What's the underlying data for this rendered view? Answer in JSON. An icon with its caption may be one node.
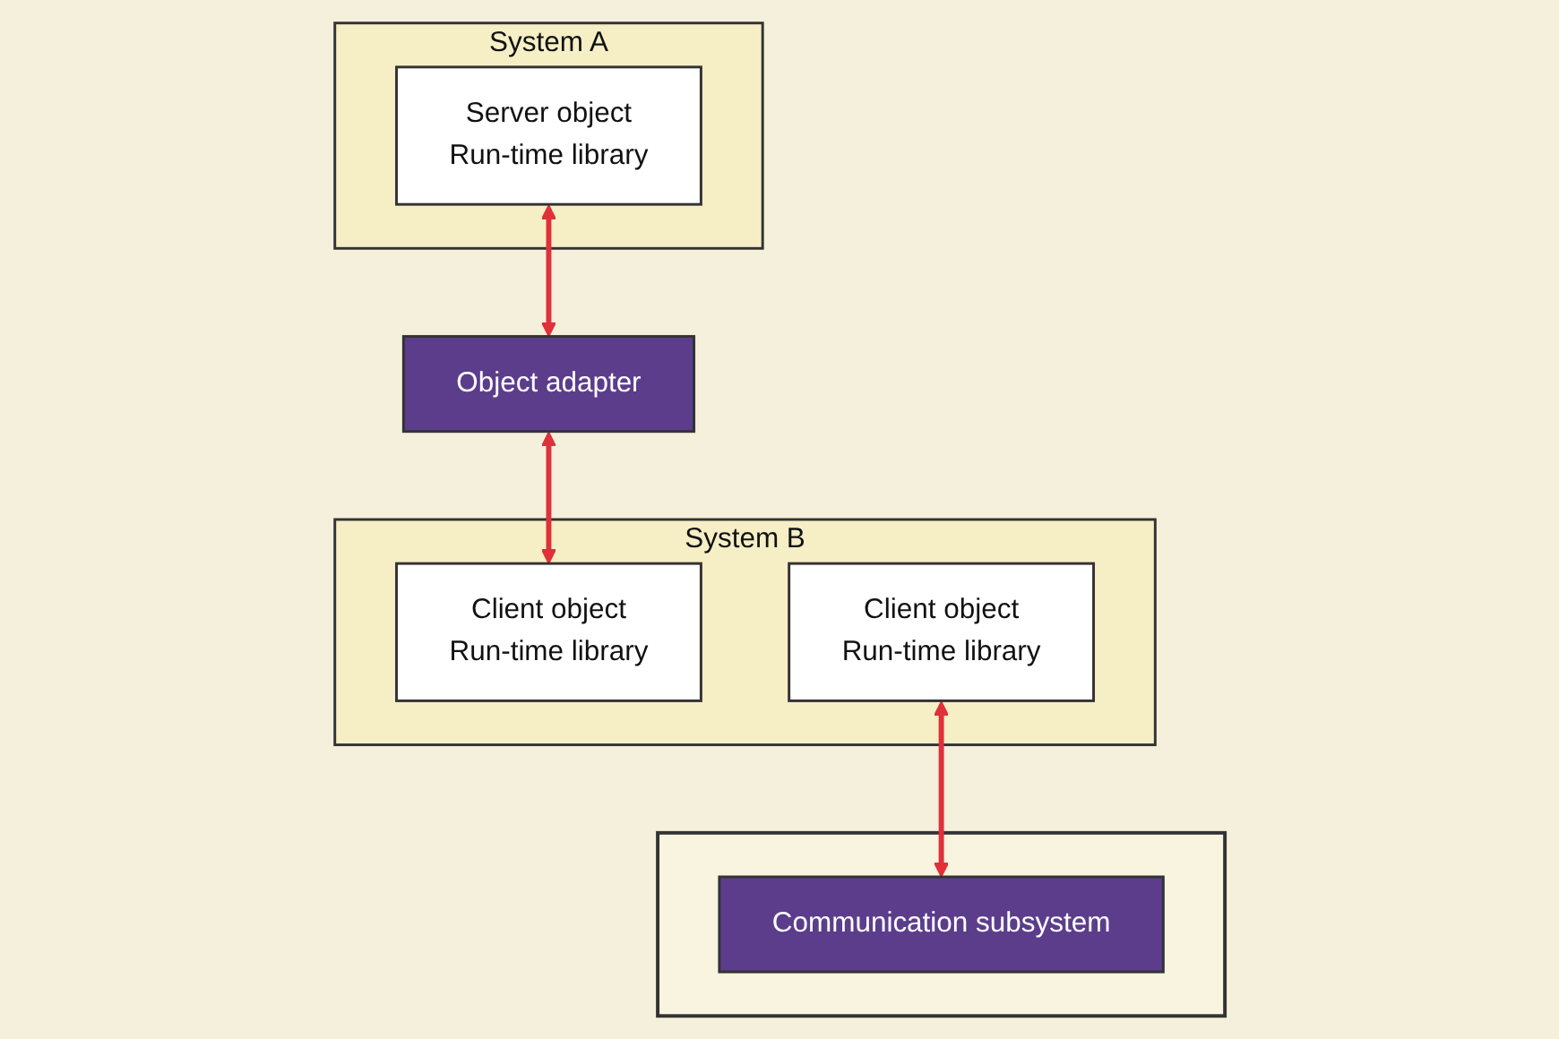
{
  "diagram": {
    "nodes": [
      {
        "text": [
          "System A"
        ]
      },
      {
        "text": [
          "Server object",
          "Run-time library"
        ],
        "in": 0
      },
      {
        "text": [
          "System B"
        ]
      },
      {
        "text": [
          "Client object",
          "Run-time library"
        ],
        "in": 2
      },
      {
        "text": [
          "Client object",
          "Run-time library"
        ],
        "in": 2
      },
      {
        "text": [],
        "shape": "box"
      },
      {
        "text": [
          "Object adapter"
        ]
      },
      {
        "text": [
          "Communication subsystem"
        ],
        "in": 5
      }
    ],
    "edges": [
      {
        "from": 1,
        "to": 6,
        "arrow": "both"
      },
      {
        "from": 6,
        "to": 3,
        "arrow": "both"
      },
      {
        "from": 4,
        "to": 7,
        "arrow": "both"
      }
    ]
  }
}
